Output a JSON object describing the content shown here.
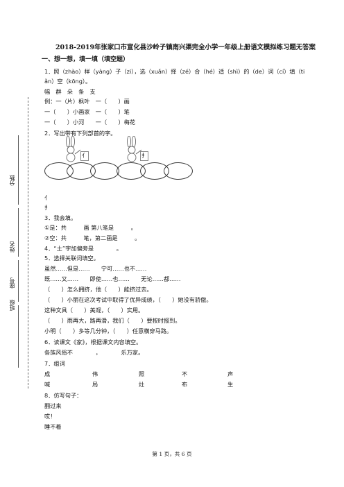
{
  "title": "2018-2019年张家口市宣化县沙岭子镇南兴渠完全小学一年级上册语文模拟练习题无答案",
  "section1": "一、想一想，填一填（填空题）",
  "q1": {
    "line1": "1．照（zhào）样（yàng）子（zi），选（xuǎn）择（zé）合（hé）适（shì）的（de）词（cí）填（ti",
    "line2": "ǎn）空（kōng）。",
    "chars": "幅　群　朵　条　支",
    "ex": "例：一（片）枫叶　一（　　）画",
    "row2": "一（　　）小画家　一（　　）笔",
    "row3": "一（　　）小河　　一（　　）梅花"
  },
  "q2": {
    "label": "2．写出带有下列部首的字。",
    "radical_left": "亻",
    "radical_right": "扌",
    "ans1": "亻",
    "ans2": "扌"
  },
  "q3": {
    "label": "3．我会填。",
    "l1": "①是：共　　　画 第八笔是　　　。",
    "l2": "②空：共　　　笔，第二画是　　　。"
  },
  "q4": {
    "label": "4．“土”字加偏旁是　　　　。"
  },
  "q5": {
    "label": "5．选择关联词填空。",
    "l1": "虽然……但是……　　宁可……也不……",
    "l2": "既……又……　　即使……也……　　无论……都……",
    "l3": "（　　）怎么拥挤，他（　　）能挤过去。",
    "l4": "（　　）小丽在这次考试中取得了优异成绩，（　　）她没有骄傲。",
    "l5": "这种文具（　　）美观，（　　）实用。",
    "l6": "（　　）雨再大，路再滑，我们（　　）要按时报到。",
    "l7": "小明（　　）多等几分钟，（　　）任意横穿马路。"
  },
  "q6": {
    "label": "6．读课文《家》，根据课文内容填空。",
    "l1": "各族风俗不　　　　，　　　　乐万家。"
  },
  "q7": {
    "label": "7．组词",
    "row1": [
      "成",
      "伟",
      "照",
      "不",
      "声"
    ],
    "row2": [
      "喊",
      "局",
      "灶",
      "布",
      "生"
    ]
  },
  "q8": {
    "label": "8．仿写句子：",
    "l1": "翻过来",
    "l2": "哎！",
    "l3": "睡不着"
  },
  "margin": {
    "score": "分数",
    "name": "姓名",
    "id": "座号",
    "class": "班级"
  },
  "footer": "第 1 页，共 6 页"
}
